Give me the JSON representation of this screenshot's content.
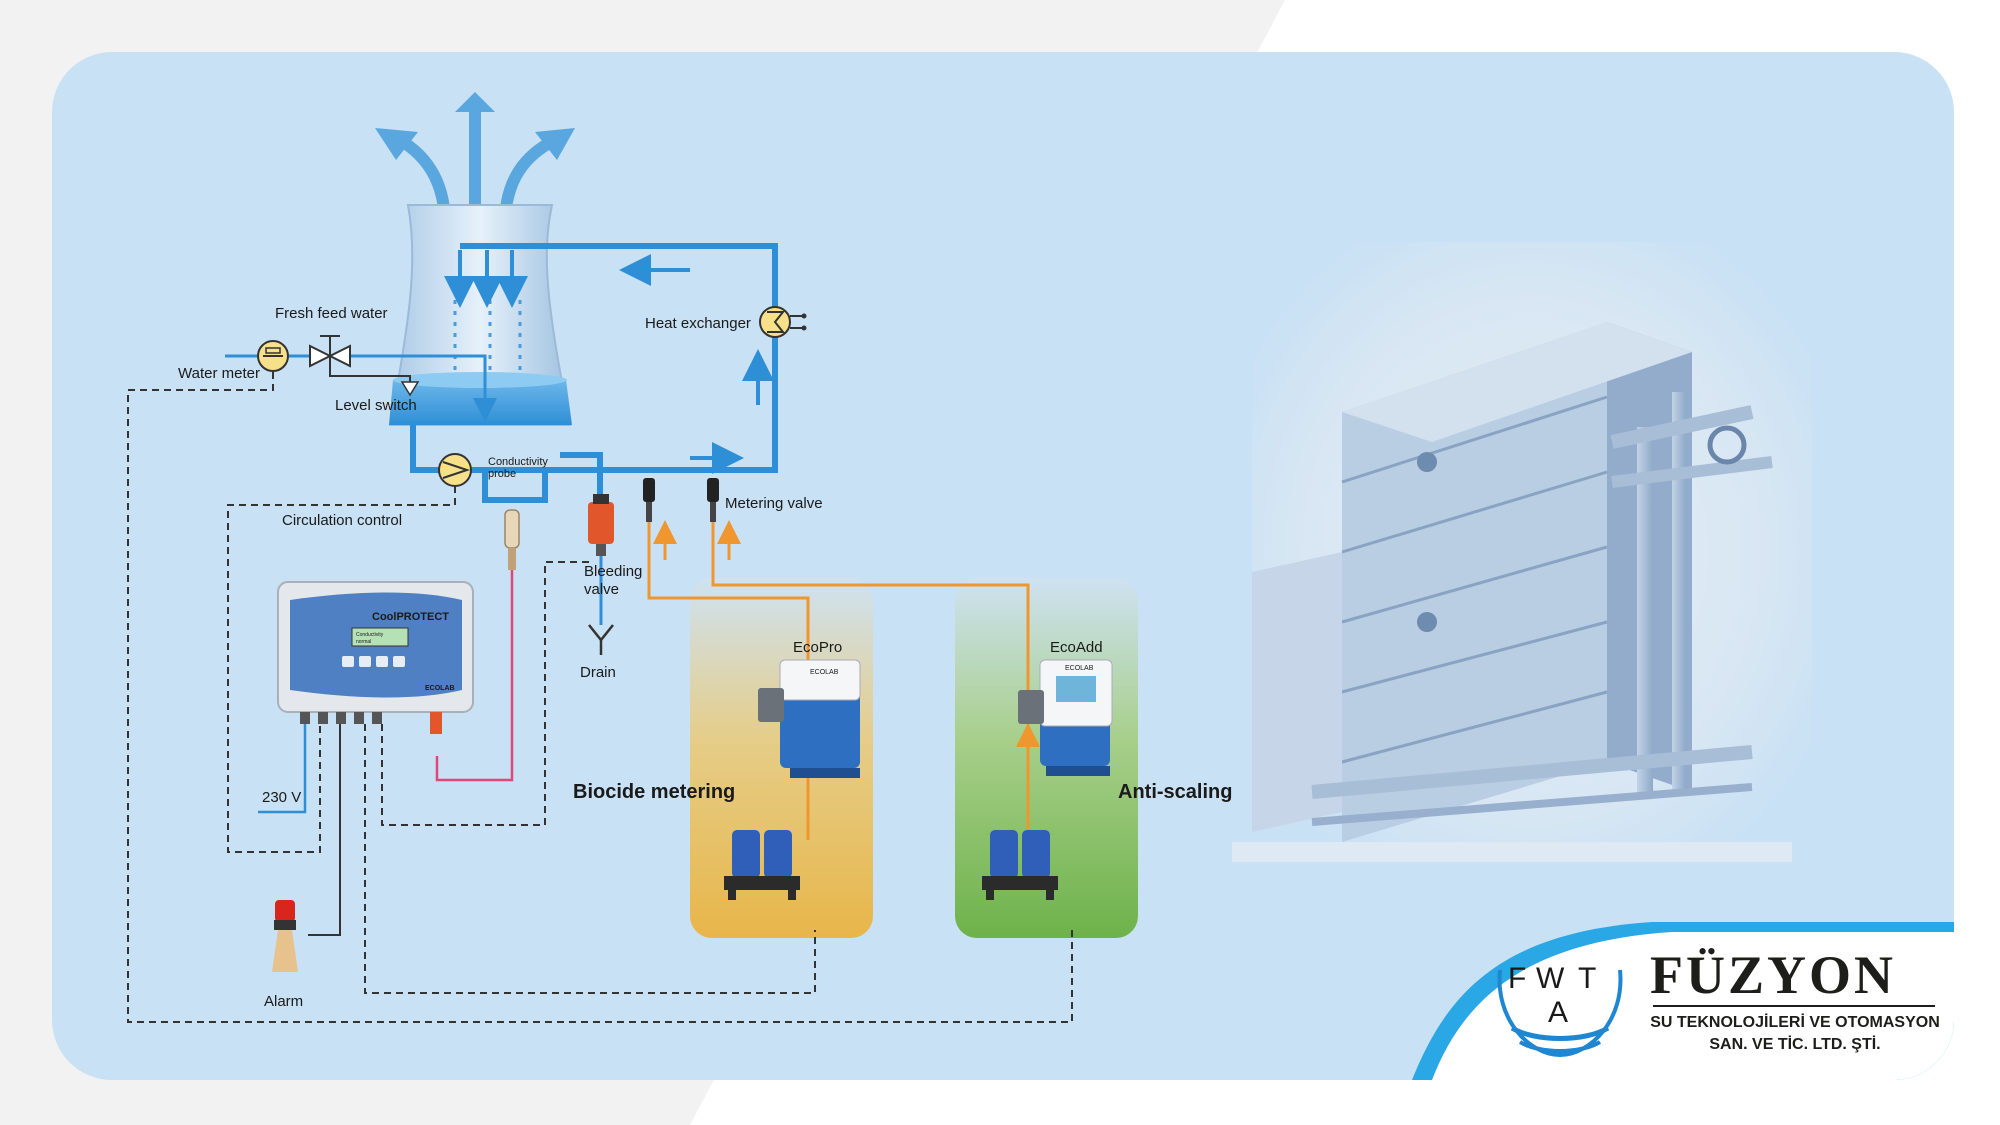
{
  "diagram": {
    "labels": {
      "fresh_feed_water": "Fresh feed water",
      "water_meter": "Water meter",
      "level_switch": "Level switch",
      "heat_exchanger": "Heat exchanger",
      "conductivity_probe_1": "Conductivity",
      "conductivity_probe_2": "probe",
      "circulation_control": "Circulation control",
      "metering_valve": "Metering valve",
      "bleeding_valve_1": "Bleeding",
      "bleeding_valve_2": "valve",
      "drain": "Drain",
      "ecopro": "EcoPro",
      "ecoadd": "EcoAdd",
      "biocide_metering": "Biocide metering",
      "anti_scaling": "Anti-scaling",
      "voltage": "230 V",
      "alarm": "Alarm"
    },
    "controller": {
      "title": "CoolPROTECT",
      "screen_line_1": "Conductivity",
      "screen_line_2": "normal",
      "brand": "ECOLAB"
    },
    "pump_brand": "ECOLAB"
  },
  "company": {
    "logo_letters": "FWAT",
    "name": "FÜZYON",
    "subtitle_line_1": "SU TEKNOLOJİLERİ VE OTOMASYON",
    "subtitle_line_2": "SAN. VE TİC. LTD. ŞTİ."
  },
  "colors": {
    "panel_background": "#c8e1f4",
    "water_pipe": "#2e8fd6",
    "chemical_line": "#f0962e",
    "signal_line": "#e0457b",
    "biocide_zone": "#e8b64a",
    "antiscaling_zone": "#6eb24a"
  }
}
